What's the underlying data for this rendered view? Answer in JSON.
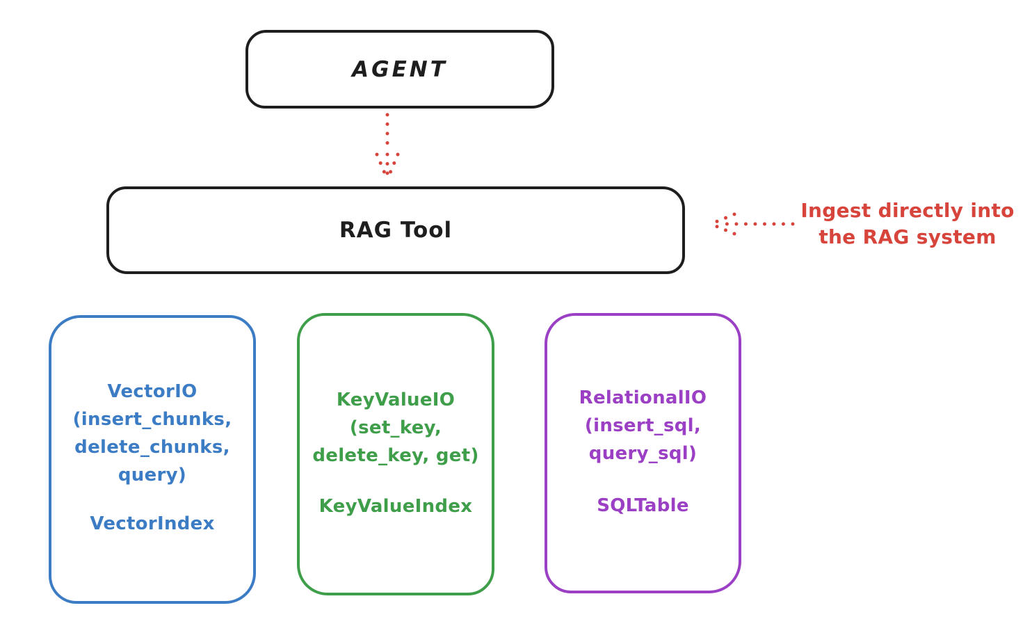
{
  "diagram": {
    "agent": {
      "label": "AGENT"
    },
    "rag_tool": {
      "label": "RAG Tool"
    },
    "annotation": {
      "line1": "Ingest directly into",
      "line2": "the RAG system"
    },
    "storage": {
      "vector": {
        "line1": "VectorIO",
        "line2": "(insert_chunks,",
        "line3": "delete_chunks,",
        "line4": "query)",
        "index": "VectorIndex",
        "color": "#3b7cc4"
      },
      "keyvalue": {
        "line1": "KeyValueIO",
        "line2": "(set_key,",
        "line3": "delete_key, get)",
        "index": "KeyValueIndex",
        "color": "#3f9e4a"
      },
      "relational": {
        "line1": "RelationalIO",
        "line2": "(insert_sql,",
        "line3": "query_sql)",
        "index": "SQLTable",
        "color": "#9b40c4"
      }
    },
    "colors": {
      "stroke": "#1e1e1e",
      "arrow_red": "#d6443b",
      "background": "#ffffff"
    }
  }
}
